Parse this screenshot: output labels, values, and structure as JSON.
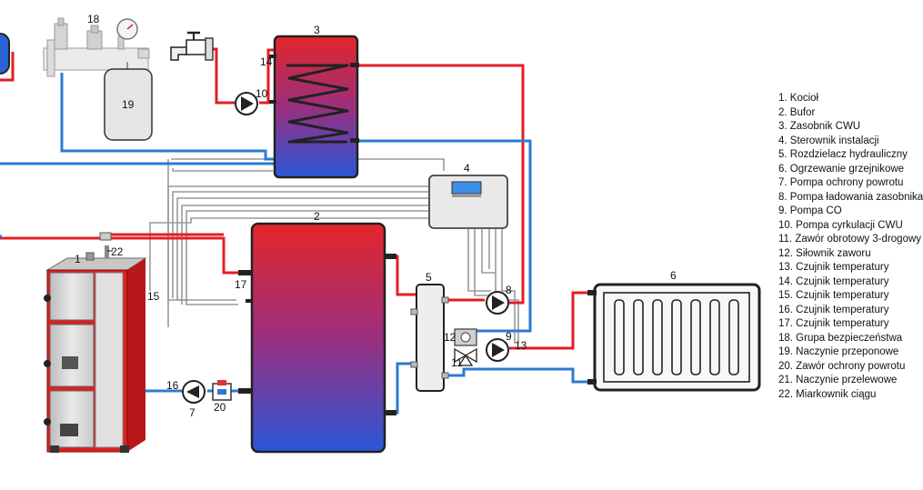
{
  "diagram": {
    "numbers": {
      "n1": "1",
      "n2": "2",
      "n3": "3",
      "n4": "4",
      "n5": "5",
      "n6": "6",
      "n7": "7",
      "n8": "8",
      "n9": "9",
      "n10": "10",
      "n11": "11",
      "n12": "12",
      "n13": "13",
      "n14": "14",
      "n15": "15",
      "n16": "16",
      "n17": "17",
      "n18": "18",
      "n19": "19",
      "n20": "20",
      "n22": "22"
    }
  },
  "legend": {
    "items": [
      "1. Kocioł",
      "2. Bufor",
      "3. Zasobnik CWU",
      "4. Sterownik instalacji",
      "5. Rozdzielacz hydrauliczny",
      "6. Ogrzewanie grzejnikowe",
      "7. Pompa ochrony powrotu",
      "8. Pompa ładowania zasobnika",
      "9. Pompa CO",
      "10. Pompa cyrkulacji CWU",
      "11. Zawór obrotowy 3-drogowy",
      "12. Siłownik zaworu",
      "13. Czujnik temperatury",
      "14. Czujnik temperatury",
      "15. Czujnik temperatury",
      "16. Czujnik temperatury",
      "17. Czujnik temperatury",
      "18. Grupa bezpieczeństwa",
      "19. Naczynie przeponowe",
      "20. Zawór ochrony powrotu",
      "21. Naczynie przelewowe",
      "22. Miarkownik ciągu"
    ]
  },
  "colors": {
    "hot": "#e31e24",
    "cold": "#2b7bd1",
    "signal": "#9a9a9a",
    "boiler_red": "#d9211f",
    "device_grey": "#e4e4e4"
  }
}
